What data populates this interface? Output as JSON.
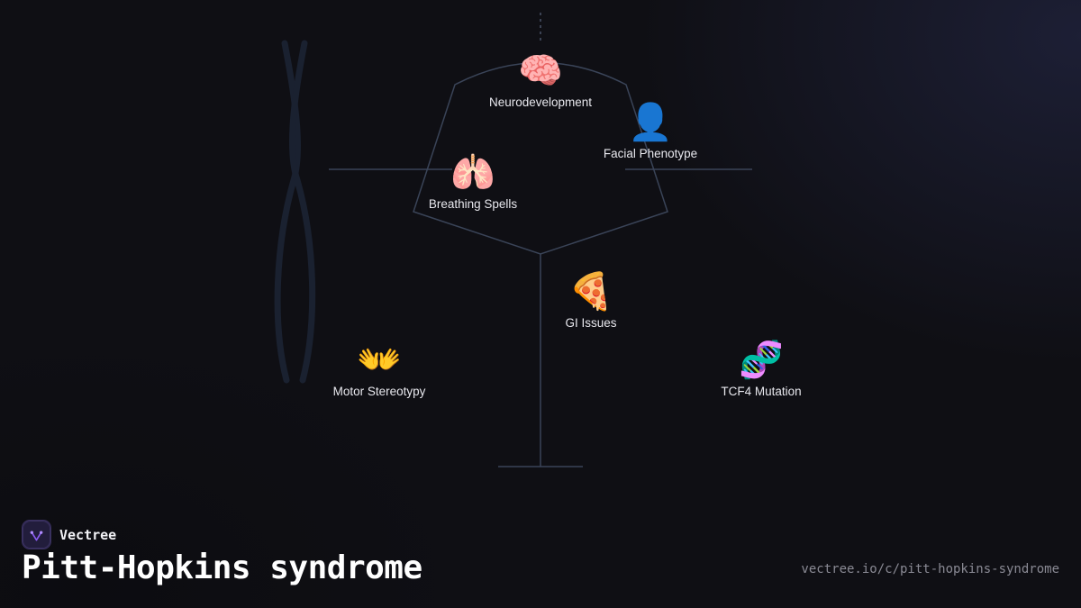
{
  "brand": {
    "name": "Vectree",
    "logo_icon": "vectree-logo-icon"
  },
  "title": "Pitt-Hopkins syndrome",
  "url": "vectree.io/c/pitt-hopkins-syndrome",
  "colors": {
    "background": "#0f0f14",
    "line": "#3a4458",
    "text": "#e8e8ee",
    "accent": "#7a4fd6"
  },
  "nodes": [
    {
      "id": "neuro",
      "icon": "🧠",
      "icon_name": "brain-icon",
      "label": "Neurodevelopment"
    },
    {
      "id": "facial",
      "icon": "👤",
      "icon_name": "person-silhouette-icon",
      "label": "Facial Phenotype"
    },
    {
      "id": "breathing",
      "icon": "🫁",
      "icon_name": "lungs-icon",
      "label": "Breathing Spells"
    },
    {
      "id": "gi",
      "icon": "🍕",
      "icon_name": "pizza-icon",
      "label": "GI Issues"
    },
    {
      "id": "motor",
      "icon": "👐",
      "icon_name": "open-hands-icon",
      "label": "Motor Stereotypy"
    },
    {
      "id": "tcf4",
      "icon": "🧬",
      "icon_name": "dna-icon",
      "label": "TCF4 Mutation"
    }
  ]
}
